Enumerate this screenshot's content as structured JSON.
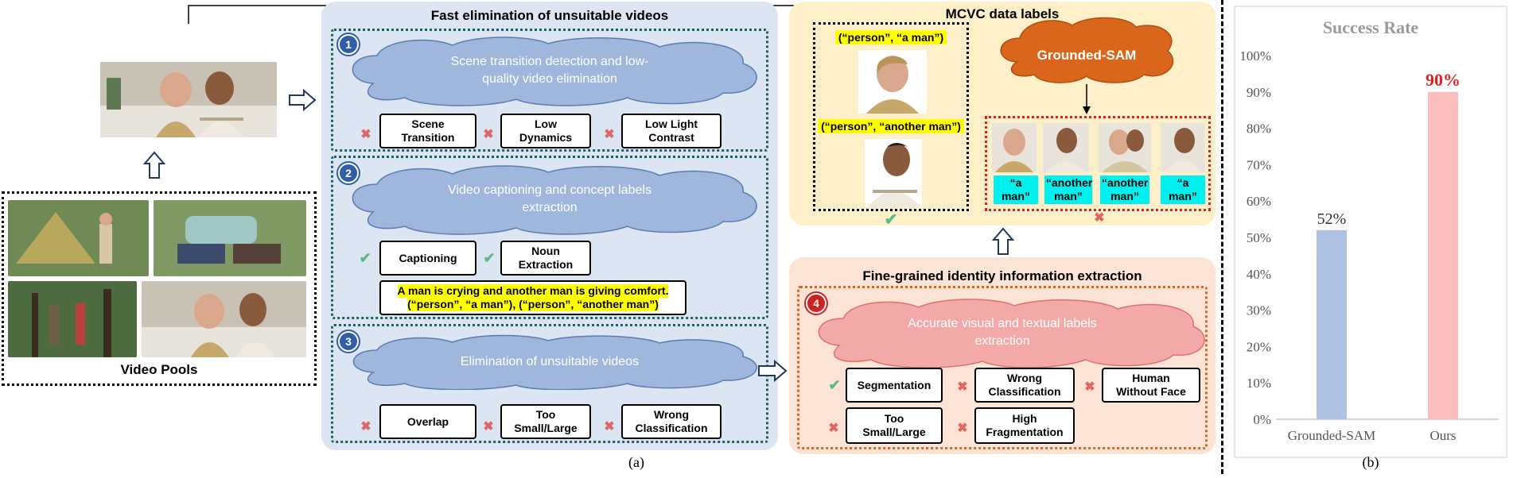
{
  "colors": {
    "blue_panel": "#dce6f2",
    "orange_panel": "#fbe3d6",
    "yellow_panel": "#fdf0c8",
    "cloud_blue": "#9fb7dd",
    "cloud_pink": "#f4a9a9",
    "cloud_orange": "#d9661a",
    "bar_grounded": "#aec3e3",
    "bar_ours": "#fbbcbc",
    "ours_label": "#e02020"
  },
  "left": {
    "video_pools_label": "Video Pools"
  },
  "panel1": {
    "title": "Fast elimination of unsuitable videos",
    "step1": {
      "num": "1",
      "cloud_line1": "Scene transition detection and low-",
      "cloud_line2": "quality video elimination",
      "tags": [
        {
          "line1": "Scene",
          "line2": "Transition",
          "mark": "✖"
        },
        {
          "line1": "Low",
          "line2": "Dynamics",
          "mark": "✖"
        },
        {
          "line1": "Low Light",
          "line2": "Contrast",
          "mark": "✖"
        }
      ]
    },
    "step2": {
      "num": "2",
      "cloud_line1": "Video captioning and concept labels",
      "cloud_line2": "extraction",
      "tags": [
        {
          "line1": "Captioning",
          "line2": "",
          "mark": "✔"
        },
        {
          "line1": "Noun",
          "line2": "Extraction",
          "mark": "✔"
        }
      ],
      "caption_line1": "A man is crying and another man is giving comfort.",
      "caption_line2": "(“person”, “a man”), (“person”, “another man”)"
    },
    "step3": {
      "num": "3",
      "cloud_line1": "Elimination of unsuitable videos",
      "tags": [
        {
          "line1": "Overlap",
          "line2": "",
          "mark": "✖"
        },
        {
          "line1": "Too",
          "line2": "Small/Large",
          "mark": "✖"
        },
        {
          "line1": "Wrong",
          "line2": "Classification",
          "mark": "✖"
        }
      ]
    }
  },
  "panel_mcvc": {
    "title": "MCVC data labels",
    "label_a": "(“person”, “a man”)",
    "label_b": "(“person”, “another man”)",
    "grounded_sam": "Grounded-SAM",
    "crops": [
      {
        "line1": "“a man”",
        "line2": ""
      },
      {
        "line1": "“another",
        "line2": "man”"
      },
      {
        "line1": "“another",
        "line2": "man”"
      },
      {
        "line1": "“a man”",
        "line2": ""
      }
    ],
    "check": "✔",
    "cross": "✖"
  },
  "panel4": {
    "title": "Fine-grained identity information extraction",
    "num": "4",
    "cloud_line1": "Accurate visual and textual labels",
    "cloud_line2": "extraction",
    "tags": [
      {
        "line1": "Segmentation",
        "line2": "",
        "mark": "✔"
      },
      {
        "line1": "Wrong",
        "line2": "Classification",
        "mark": "✖"
      },
      {
        "line1": "Human",
        "line2": "Without Face",
        "mark": "✖"
      },
      {
        "line1": "Too",
        "line2": "Small/Large",
        "mark": "✖"
      },
      {
        "line1": "High",
        "line2": "Fragmentation",
        "mark": "✖"
      }
    ]
  },
  "subfig_a": "(a)",
  "subfig_b": "(b)",
  "chart_data": {
    "type": "bar",
    "title": "Success Rate",
    "categories": [
      "Grounded-SAM",
      "Ours"
    ],
    "values": [
      52,
      90
    ],
    "value_labels": [
      "52%",
      "90%"
    ],
    "ylim": [
      0,
      100
    ],
    "yticks": [
      "0%",
      "10%",
      "20%",
      "30%",
      "40%",
      "50%",
      "60%",
      "70%",
      "80%",
      "90%",
      "100%"
    ],
    "bar_colors": [
      "#aec3e3",
      "#fbbcbc"
    ],
    "grid": false
  }
}
